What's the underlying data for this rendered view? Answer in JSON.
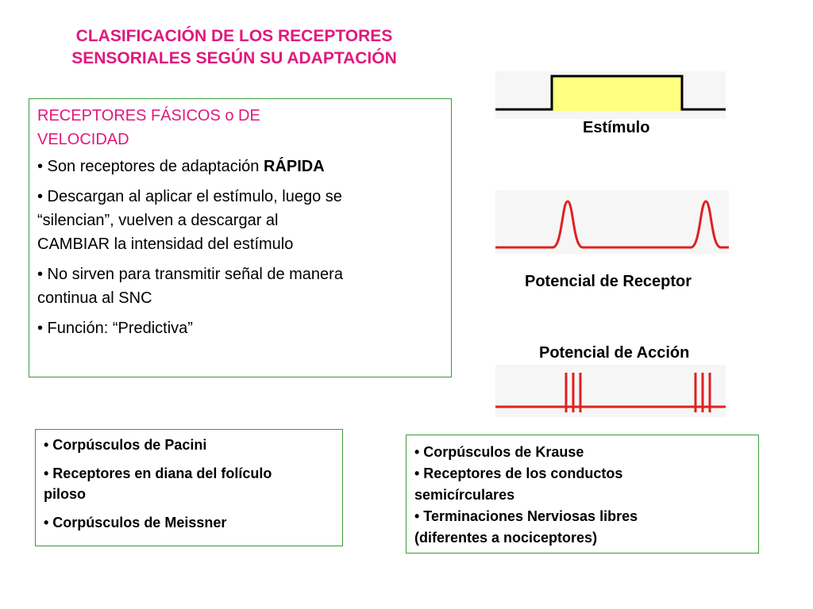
{
  "title": {
    "line1": "CLASIFICACIÓN DE LOS RECEPTORES",
    "line2": "SENSORIALES SEGÚN SU ADAPTACIÓN"
  },
  "main_box": {
    "heading_line1": "RECEPTORES FÁSICOS o  DE",
    "heading_line2": "VELOCIDAD",
    "bullet1_text": "• Son receptores de adaptación ",
    "bullet1_bold": "RÁPIDA",
    "bullet2_line1": "• Descargan al aplicar el estímulo, luego se",
    "bullet2_line2": "“silencian”, vuelven a descargar al",
    "bullet2_line3": "CAMBIAR la intensidad del estímulo",
    "bullet3_line1": "• No sirven para transmitir señal de manera",
    "bullet3_line2": "continua al SNC",
    "bullet4": "• Función: “Predictiva”"
  },
  "left_box": {
    "item1": "• Corpúsculos de Pacini",
    "item2_line1": "• Receptores en diana del folículo",
    "item2_line2": "piloso",
    "item3": "• Corpúsculos de Meissner"
  },
  "right_box": {
    "item1": "• Corpúsculos de Krause",
    "item2_line1": "• Receptores de los conductos",
    "item2_line2": "semicírculares",
    "item3_line1": "• Terminaciones Nerviosas libres",
    "item3_line2": "(diferentes a nociceptores)"
  },
  "diagram": {
    "stimulus_label": "Estímulo",
    "receptor_label": "Potencial de Receptor",
    "action_label": "Potencial de Acción",
    "stimulus_fill": "#ffff80",
    "trace_color": "#e02020"
  }
}
